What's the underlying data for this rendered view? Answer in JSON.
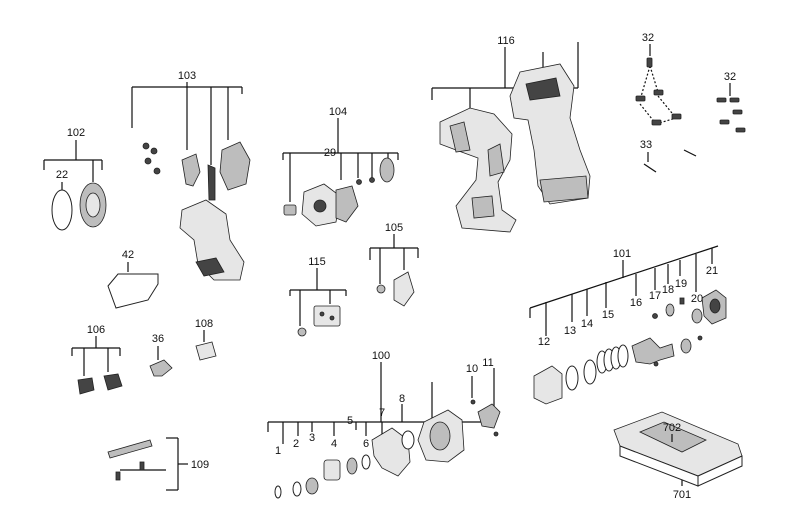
{
  "callouts": {
    "c1": "1",
    "c2": "2",
    "c3": "3",
    "c4": "4",
    "c5": "5",
    "c6": "6",
    "c7": "7",
    "c8": "8",
    "c10": "10",
    "c11": "11",
    "c12": "12",
    "c13": "13",
    "c14": "14",
    "c15": "15",
    "c16": "16",
    "c17": "17",
    "c18": "18",
    "c19": "19",
    "c20": "20",
    "c21": "21",
    "c22": "22",
    "c29": "29",
    "c32a": "32",
    "c32b": "32",
    "c33": "33",
    "c36": "36",
    "c42": "42",
    "c100": "100",
    "c101": "101",
    "c102": "102",
    "c103": "103",
    "c104": "104",
    "c105": "105",
    "c106": "106",
    "c108": "108",
    "c109": "109",
    "c115": "115",
    "c116": "116",
    "c701": "701",
    "c702": "702"
  },
  "colors": {
    "line": "#111111",
    "part_dark": "#444444",
    "part_mid": "#bdbdbd",
    "part_light": "#e6e6e6"
  }
}
